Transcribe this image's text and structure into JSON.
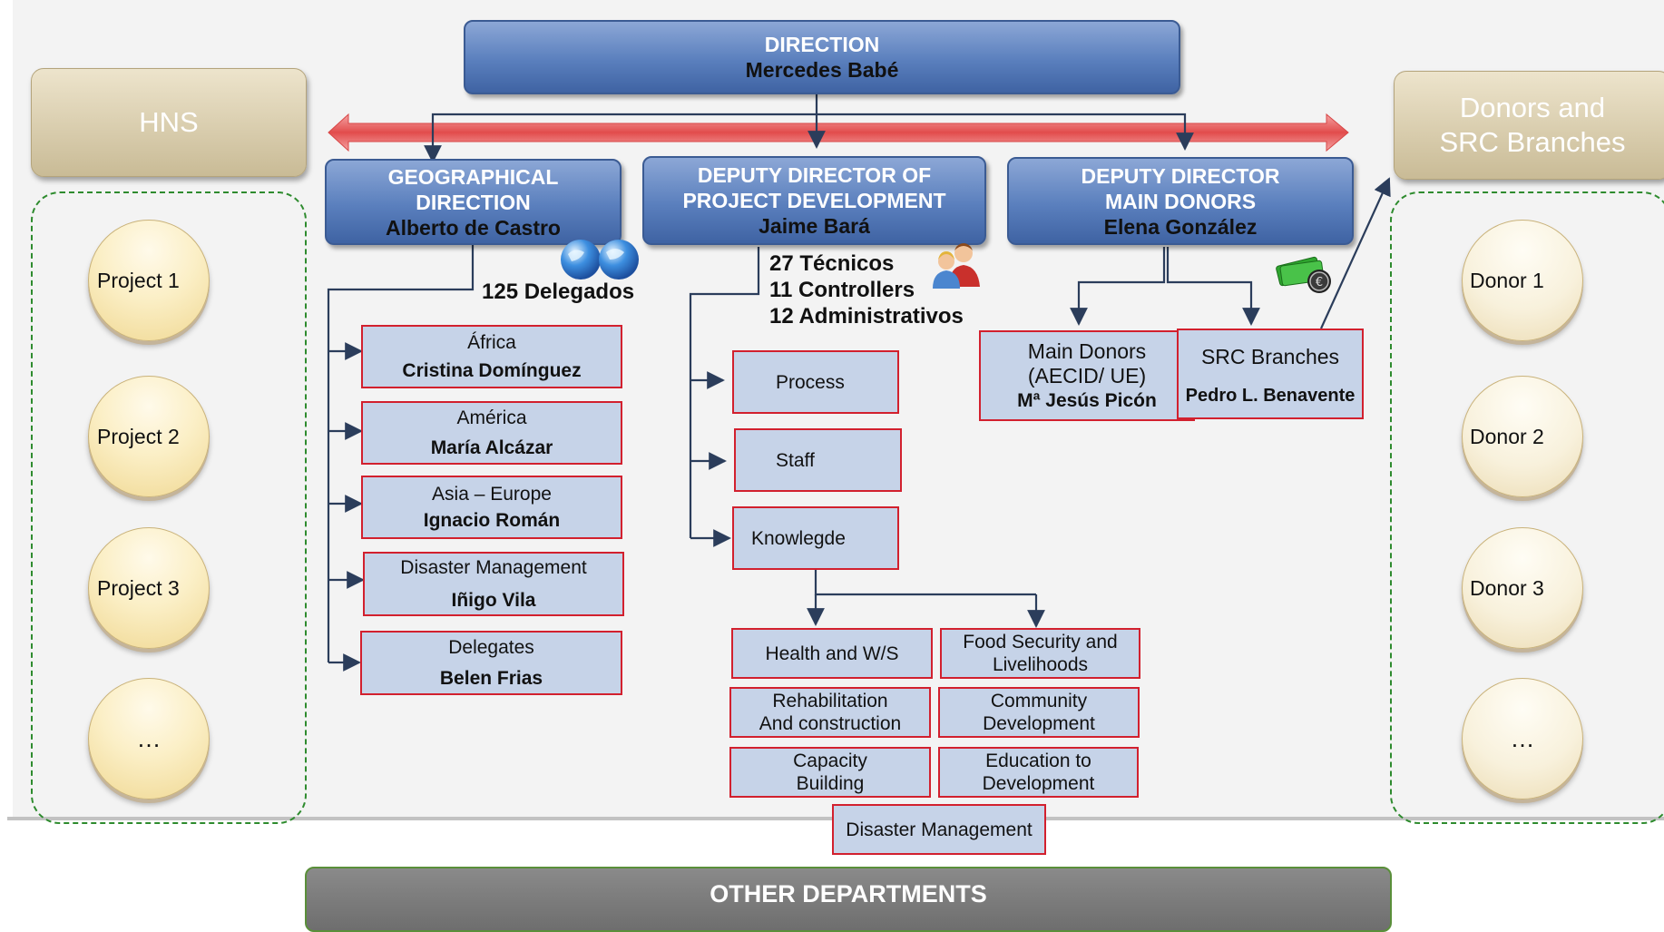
{
  "direction": {
    "title": "DIRECTION",
    "name": "Mercedes Babé"
  },
  "hns": {
    "label": "HNS",
    "projects": [
      "Project 1",
      "Project 2",
      "Project 3",
      "…"
    ]
  },
  "donors_panel": {
    "label_line1": "Donors and",
    "label_line2": "SRC Branches",
    "donors": [
      "Donor 1",
      "Donor  2",
      "Donor 3",
      "…"
    ]
  },
  "geo": {
    "title_line1": "GEOGRAPHICAL",
    "title_line2": "DIRECTION",
    "name": "Alberto de Castro",
    "stat": "125 Delegados",
    "regions": [
      {
        "region": "África",
        "head": "Cristina Domínguez"
      },
      {
        "region": "América",
        "head": "María Alcázar"
      },
      {
        "region": "Asia – Europe",
        "head": "Ignacio Román"
      },
      {
        "region": "Disaster Management",
        "head": "Iñigo Vila"
      },
      {
        "region": "Delegates",
        "head": "Belen Frias"
      }
    ]
  },
  "project_dev": {
    "title_line1": "DEPUTY DIRECTOR OF",
    "title_line2": "PROJECT DEVELOPMENT",
    "name": "Jaime Bará",
    "stats": [
      "27 Técnicos",
      "11 Controllers",
      "12 Administrativos"
    ],
    "units": [
      "Process",
      "Staff",
      "Knowlegde"
    ],
    "areas": [
      {
        "line1": "Health and W/S",
        "line2": ""
      },
      {
        "line1": "Food Security and",
        "line2": "Livelihoods"
      },
      {
        "line1": "Rehabilitation",
        "line2": "And construction"
      },
      {
        "line1": "Community",
        "line2": "Development"
      },
      {
        "line1": "Capacity",
        "line2": "Building"
      },
      {
        "line1": "Education to",
        "line2": "Development"
      },
      {
        "line1": "Disaster Management",
        "line2": ""
      }
    ]
  },
  "main_donors": {
    "title_line1": "DEPUTY DIRECTOR",
    "title_line2": "MAIN DONORS",
    "name": "Elena González",
    "boxes": {
      "main_donors": {
        "line1": "Main Donors",
        "line2": "(AECID/ UE)",
        "head": "Mª Jesús Picón"
      },
      "src_branches": {
        "line1": "SRC Branches",
        "head": "Pedro L. Benavente"
      }
    }
  },
  "footer": {
    "other_departments": "OTHER DEPARTMENTS"
  },
  "icons": [
    "globe-icon",
    "people-icon",
    "money-icon"
  ],
  "colors": {
    "blue_box": "#5a7fbd",
    "red_border": "#d2202e",
    "box_fill": "#c6d3e8",
    "dashed_green": "#2e8b2e",
    "arrow_band": "#e05a5a"
  }
}
